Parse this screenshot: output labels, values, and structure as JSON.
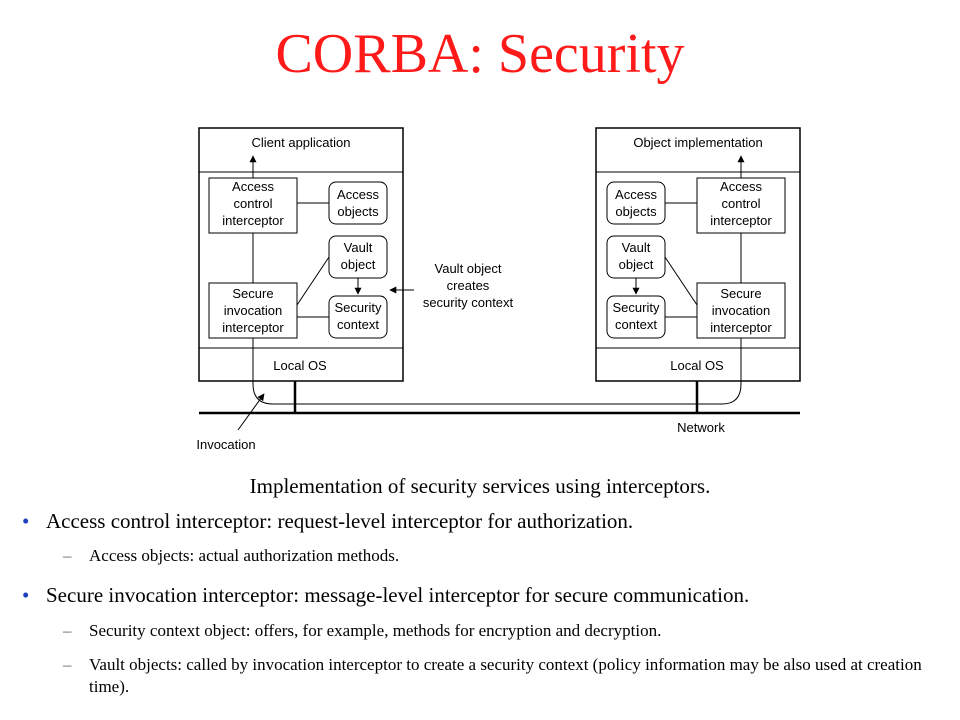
{
  "title": "CORBA: Security",
  "diagram": {
    "client_box_title": "Client application",
    "server_box_title": "Object implementation",
    "client_access_control_interceptor": [
      "Access",
      "control",
      "interceptor"
    ],
    "client_access_objects": [
      "Access",
      "objects"
    ],
    "client_vault_object": [
      "Vault",
      "object"
    ],
    "client_secure_invocation_interceptor": [
      "Secure",
      "invocation",
      "interceptor"
    ],
    "client_security_context": [
      "Security",
      "context"
    ],
    "client_local_os": "Local OS",
    "server_access_objects": [
      "Access",
      "objects"
    ],
    "server_access_control_interceptor": [
      "Access",
      "control",
      "interceptor"
    ],
    "server_vault_object": [
      "Vault",
      "object"
    ],
    "server_security_context": [
      "Security",
      "context"
    ],
    "server_secure_invocation_interceptor": [
      "Secure",
      "invocation",
      "interceptor"
    ],
    "server_local_os": "Local OS",
    "vault_note": [
      "Vault object",
      "creates",
      "security context"
    ],
    "invocation_label": "Invocation",
    "network_label": "Network"
  },
  "caption": "Implementation of security services using interceptors.",
  "bullets": [
    {
      "text": "Access control interceptor: request-level interceptor for authorization.",
      "subs": [
        "Access objects: actual authorization methods."
      ]
    },
    {
      "text": "Secure invocation interceptor: message-level interceptor for secure communication.",
      "subs": [
        "Security context object: offers, for example, methods for encryption and decryption.",
        "Vault objects: called by invocation interceptor to create a security context (policy information may be also used at creation time)."
      ]
    }
  ],
  "bullet_glyph": "•",
  "sub_glyph": "–",
  "colors": {
    "title": "#ff1a1a",
    "bullet": "#1f3fbf"
  }
}
